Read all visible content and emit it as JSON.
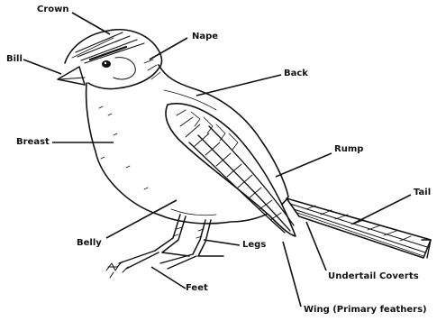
{
  "diagram": {
    "labels": {
      "crown": "Crown",
      "nape": "Nape",
      "bill": "Bill",
      "back": "Back",
      "breast": "Breast",
      "rump": "Rump",
      "tail": "Tail",
      "belly": "Belly",
      "legs": "Legs",
      "feet": "Feet",
      "undertail_coverts": "Undertail Coverts",
      "wing": "Wing (Primary feathers)"
    },
    "colors": {
      "ink": "#111111",
      "background": "#ffffff"
    }
  }
}
